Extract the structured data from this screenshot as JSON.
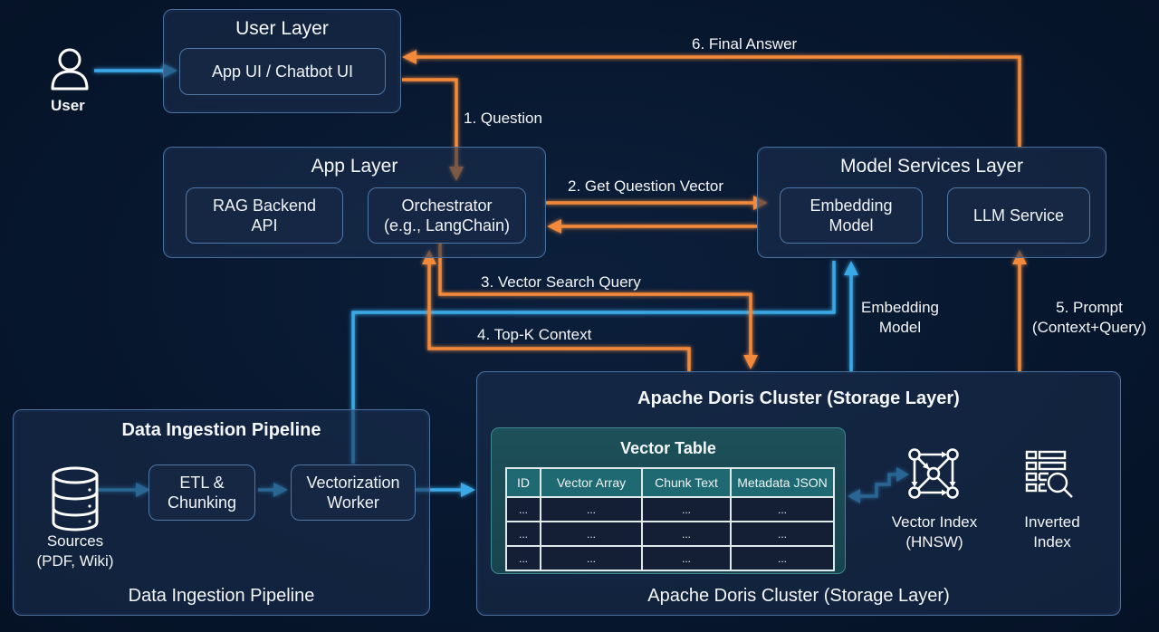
{
  "colors": {
    "background": "#07172e",
    "flow_request": "#f2893a",
    "flow_data": "#3aa9e8",
    "box_border": "#4f78a8",
    "vector_table": "#1d5059"
  },
  "user": {
    "label": "User",
    "icon": "user-icon"
  },
  "user_layer": {
    "title": "User Layer",
    "component": "App UI / Chatbot UI"
  },
  "app_layer": {
    "title": "App Layer",
    "components": [
      {
        "line1": "RAG Backend",
        "line2": "API"
      },
      {
        "line1": "Orchestrator",
        "line2": "(e.g., LangChain)"
      }
    ]
  },
  "model_layer": {
    "title": "Model Services Layer",
    "components": [
      {
        "line1": "Embedding",
        "line2": "Model"
      },
      {
        "line1": "LLM Service",
        "line2": ""
      }
    ]
  },
  "ingestion": {
    "title": "Data Ingestion Pipeline",
    "footer": "Data Ingestion Pipeline",
    "sources": {
      "line1": "Sources",
      "line2": "(PDF, Wiki)",
      "icon": "database-icon"
    },
    "steps": [
      {
        "line1": "ETL &",
        "line2": "Chunking"
      },
      {
        "line1": "Vectorization",
        "line2": "Worker"
      }
    ]
  },
  "storage": {
    "title": "Apache Doris Cluster (Storage Layer)",
    "footer": "Apache Doris Cluster (Storage Layer)",
    "vector_table": {
      "title": "Vector Table",
      "columns": [
        "ID",
        "Vector Array",
        "Chunk Text",
        "Metadata JSON"
      ],
      "rows": [
        [
          "...",
          "...",
          "...",
          "..."
        ],
        [
          "...",
          "...",
          "...",
          "..."
        ],
        [
          "...",
          "...",
          "...",
          "..."
        ]
      ]
    },
    "vector_index": {
      "line1": "Vector Index",
      "line2": "(HNSW)",
      "icon": "graph-network-icon"
    },
    "inverted_index": {
      "line1": "Inverted",
      "line2": "Index",
      "icon": "list-search-icon"
    }
  },
  "flows": {
    "question": "1. Question",
    "get_vector": "2. Get Question Vector",
    "vector_search": "3. Vector Search Query",
    "topk": "4. Top-K Context",
    "prompt_line1": "5. Prompt",
    "prompt_line2": "(Context+Query)",
    "final_answer": "6. Final Answer",
    "embedding_line1": "Embedding",
    "embedding_line2": "Model"
  }
}
